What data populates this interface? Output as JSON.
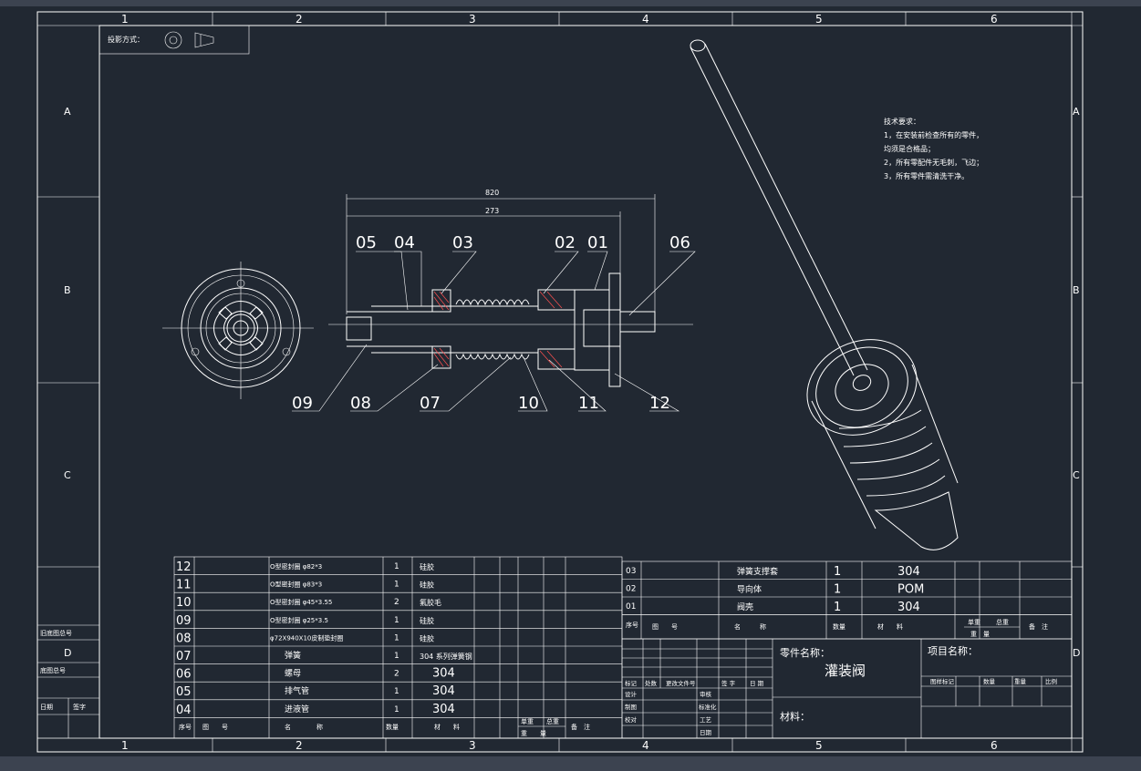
{
  "frame": {
    "columns": [
      "1",
      "2",
      "3",
      "4",
      "5",
      "6"
    ],
    "rows": [
      "A",
      "B",
      "C",
      "D"
    ],
    "side_table": [
      {
        "label": "旧底图总号"
      },
      {
        "label": "底图总号"
      },
      {
        "label": "日期",
        "label2": "签字"
      }
    ]
  },
  "projection_label": "投影方式：",
  "tech_requirements": {
    "title": "技术要求：",
    "lines": [
      "1，在安装前检查所有的零件，",
      "均须是合格品；",
      "2，所有零配件无毛刺，飞边；",
      "3，所有零件需清洗干净。"
    ]
  },
  "dimensions": {
    "overall": "820",
    "inner": "273"
  },
  "balloons": {
    "top": [
      "05",
      "04",
      "03",
      "02",
      "01",
      "06"
    ],
    "bottom": [
      "09",
      "08",
      "07",
      "10",
      "11",
      "12"
    ]
  },
  "bom_left": {
    "rows": [
      {
        "no": "12",
        "name": "O型密封圈 φ82*3",
        "qty": "1",
        "material": "硅胶"
      },
      {
        "no": "11",
        "name": "O型密封圈 φ83*3",
        "qty": "1",
        "material": "硅胶"
      },
      {
        "no": "10",
        "name": "O型密封圈 φ45*3.55",
        "qty": "2",
        "material": "氟胶毛"
      },
      {
        "no": "09",
        "name": "O型密封圈 φ25*3.5",
        "qty": "1",
        "material": "硅胶"
      },
      {
        "no": "08",
        "name": "φ72X940X10皮制垫封圈",
        "qty": "1",
        "material": "硅胶"
      },
      {
        "no": "07",
        "name": "弹簧",
        "qty": "1",
        "material": "304 系列弹簧钢"
      },
      {
        "no": "06",
        "name": "螺母",
        "qty": "2",
        "material": "304"
      },
      {
        "no": "05",
        "name": "排气管",
        "qty": "1",
        "material": "304"
      },
      {
        "no": "04",
        "name": "进液管",
        "qty": "1",
        "material": "304"
      }
    ],
    "header": {
      "no": "序号",
      "code": "图　　号",
      "name": "名　　　　称",
      "qty": "数量",
      "material": "材　　料",
      "unit_weight": "单重",
      "total_weight": "总重",
      "weight": "重　　量",
      "remark": "备　注"
    }
  },
  "bom_right": {
    "rows": [
      {
        "no": "03",
        "name": "弹簧支撑套",
        "qty": "1",
        "material": "304"
      },
      {
        "no": "02",
        "name": "导向体",
        "qty": "1",
        "material": "POM"
      },
      {
        "no": "01",
        "name": "阀壳",
        "qty": "1",
        "material": "304"
      }
    ],
    "header": {
      "no": "序号",
      "code": "图　　号",
      "name": "名　　　称",
      "qty": "数量",
      "material": "材　　料",
      "unit_weight": "单重",
      "total_weight": "总重",
      "weight": "重　量",
      "remark": "备　注"
    }
  },
  "title_block": {
    "part_name_label": "零件名称：",
    "part_name": "灌装阀",
    "project_label": "项目名称：",
    "material_label": "材料：",
    "revision_header": [
      "标记",
      "处数",
      "更改文件号",
      "签 字",
      "日 期"
    ],
    "roles": [
      "设计",
      "制图",
      "校对"
    ],
    "roles2": [
      "审核",
      "标准化",
      "工艺",
      "日期"
    ],
    "stage_header": [
      "图样标记",
      "数量",
      "重量",
      "比例"
    ]
  },
  "colors": {
    "background": "#212832",
    "lines": "#ffffff",
    "highlight": "#ff5050"
  }
}
